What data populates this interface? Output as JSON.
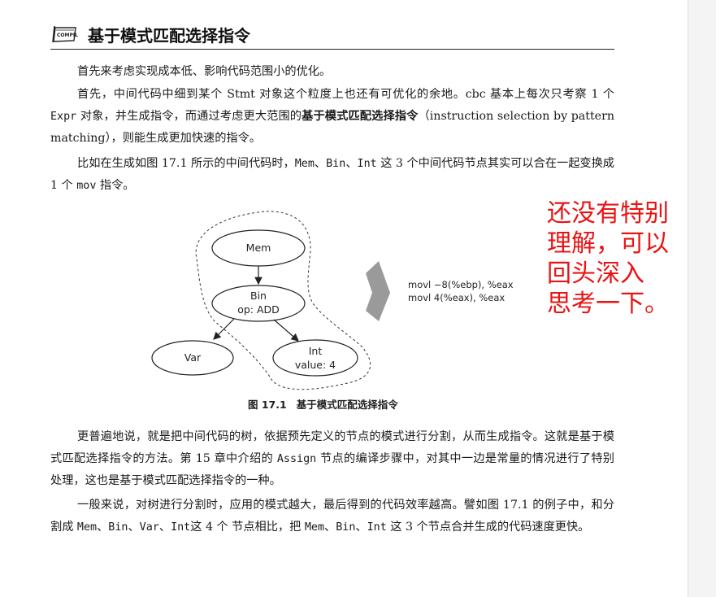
{
  "section": {
    "title": "基于模式匹配选择指令",
    "icon": "compiler-flag-icon"
  },
  "paragraphs": {
    "p1": "首先来考虑实现成本低、影响代码范围小的优化。",
    "p2_a": "首先，中间代码中细到某个 Stmt 对象这个粒度上也还有可优化的余地。cbc 基本上每次只考察 1 个 ",
    "p2_code": "Expr",
    "p2_b": " 对象，并生成指令，而通过考虑更大范围的",
    "p2_bold": "基于模式匹配选择指令",
    "p2_c": "（instruction selection by pattern matching），则能生成更加快速的指令。",
    "p3_a": "比如在生成如图 17.1 所示的中间代码时，",
    "p3_code1": "Mem",
    "p3_sep1": "、",
    "p3_code2": "Bin",
    "p3_sep2": "、",
    "p3_code3": "Int",
    "p3_b": " 这 3 个中间代码节点其实可以合在一起变换成 1 个 ",
    "p3_code4": "mov",
    "p3_c": " 指令。",
    "p4": "更普遍地说，就是把中间代码的树，依据预先定义的节点的模式进行分割，从而生成指令。这就是基于模式匹配选择指令的方法。第 15 章中介绍的 ",
    "p4_code": "Assign",
    "p4_b": " 节点的编译步骤中，对其中一边是常量的情况进行了特别处理，这也是基于模式匹配选择指令的一种。",
    "p5_a": "一般来说，对树进行分割时，应用的模式越大，最后得到的代码效率越高。譬如图 17.1 的例子中，和分割成 ",
    "p5_c1": "Mem",
    "p5_s1": "、",
    "p5_c2": "Bin",
    "p5_s2": "、",
    "p5_c3": "Var",
    "p5_s3": "、",
    "p5_c4": "Int",
    "p5_b": "这 4 个 节点相比，把 ",
    "p5_c5": "Mem",
    "p5_s5": "、",
    "p5_c6": "Bin",
    "p5_s6": "、",
    "p5_c7": "Int",
    "p5_c": " 这 3 个节点合并生成的代码速度更快。"
  },
  "figure": {
    "nodes": {
      "mem": "Mem",
      "bin_line1": "Bin",
      "bin_line2": "op: ADD",
      "var": "Var",
      "int_line1": "Int",
      "int_line2": "value: 4"
    },
    "code_line1": "movl −8(%ebp), %eax",
    "code_line2": "movl 4(%eax), %eax",
    "caption_num": "图 17.1",
    "caption_text": "基于模式匹配选择指令"
  },
  "annotation": {
    "line1": "还没有特别",
    "line2": "理解，可以",
    "line3": "回头深入",
    "line4": "思考一下。",
    "color": "#e81414"
  }
}
